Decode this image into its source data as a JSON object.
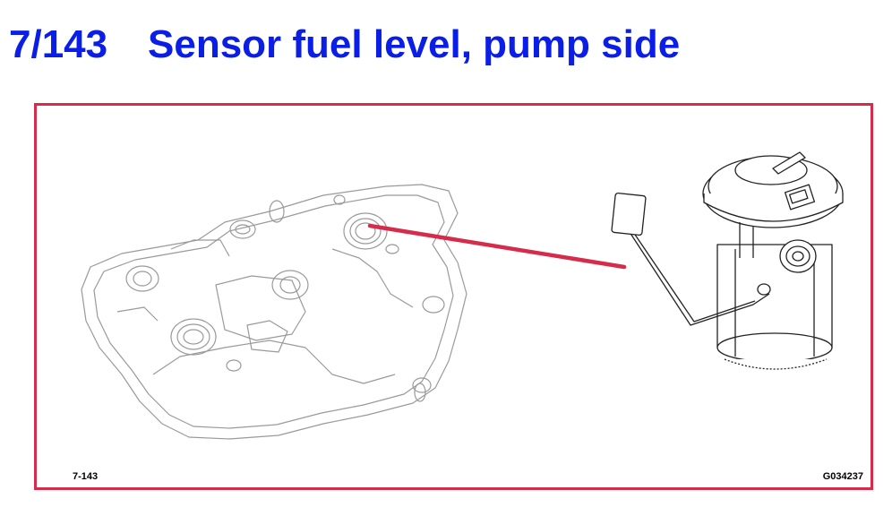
{
  "title": {
    "number": "7/143",
    "text": "Sensor fuel level, pump side"
  },
  "figure": {
    "label_left": "7-143",
    "label_right": "G034237"
  },
  "colors": {
    "title": "#0b1ee6",
    "frame": "#d62b4a",
    "pointer": "#d62b4a",
    "line": "#222222",
    "tank": "#9a9a9a"
  }
}
